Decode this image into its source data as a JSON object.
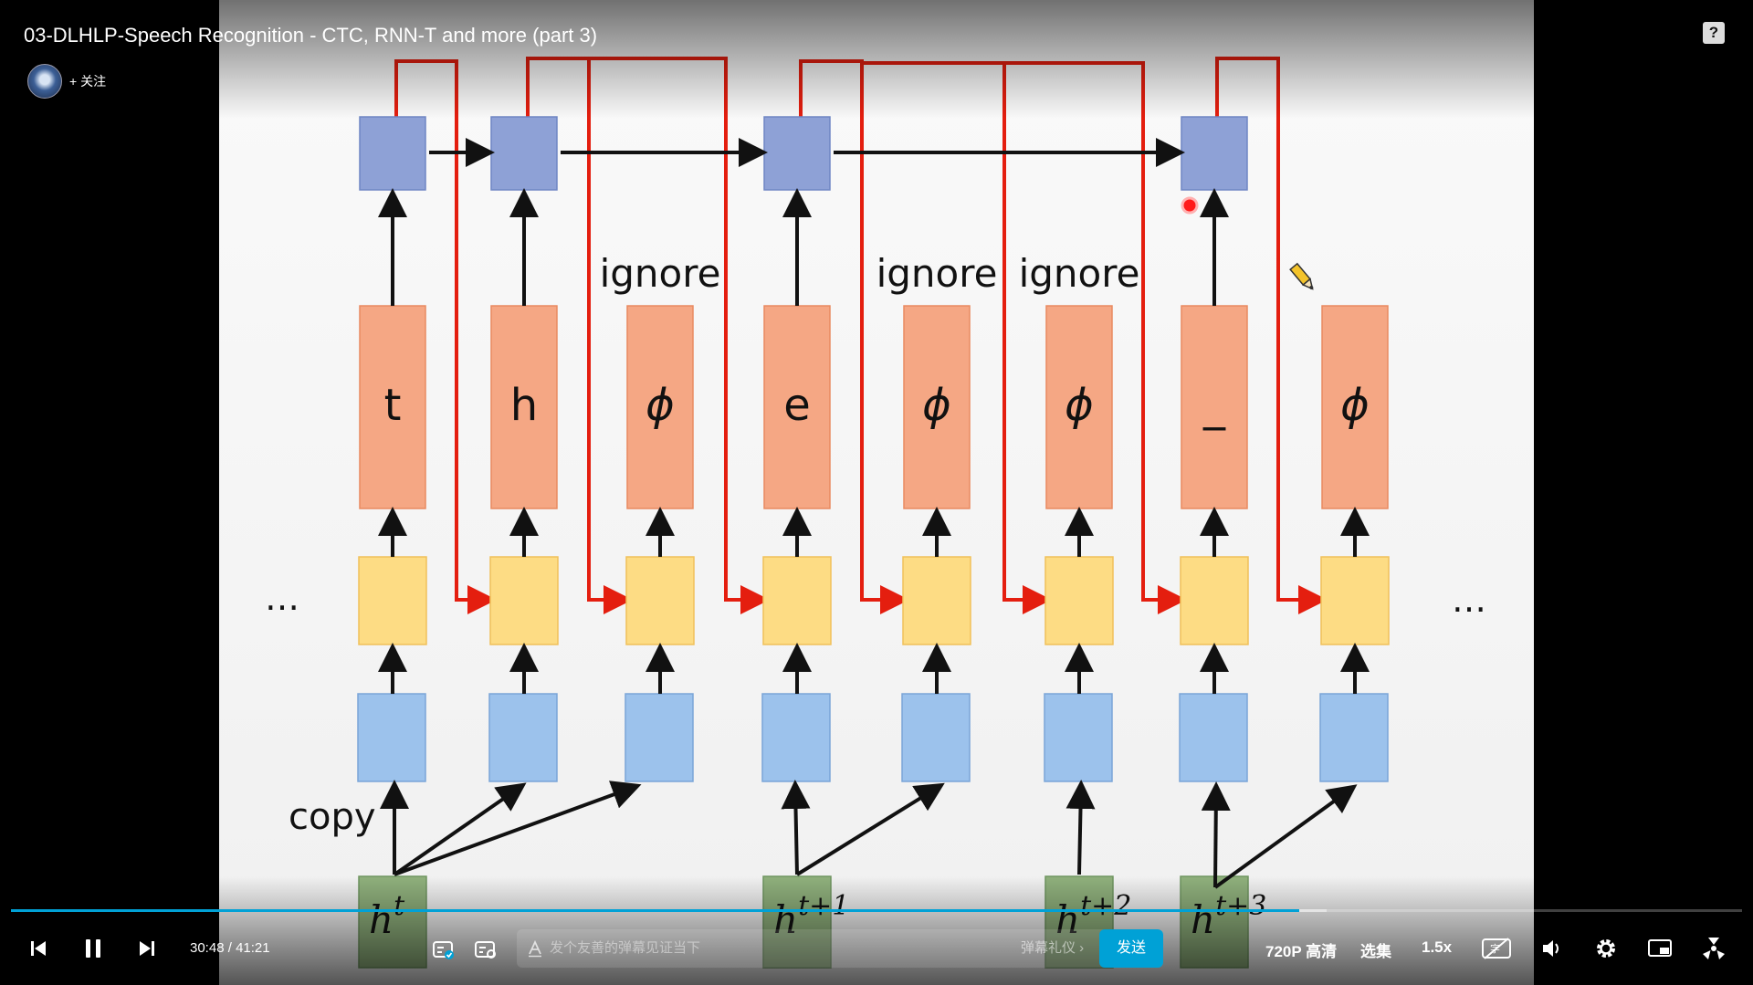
{
  "player": {
    "title": "03-DLHLP-Speech Recognition - CTC, RNN-T and more (part 3)",
    "follow_label": "+ 关注",
    "help_label": "?",
    "progress_fraction": 0.744,
    "buffer_fraction": 0.76
  },
  "controls": {
    "current_time": "30:48",
    "separator": "/",
    "total_time": "41:21",
    "danmaku_placeholder": "发个友善的弹幕见证当下",
    "gift_label": "弹幕礼仪 ›",
    "send_label": "发送",
    "quality_label": "720P 高清",
    "episodes_label": "选集",
    "speed_label": "1.5x"
  },
  "slide": {
    "columns": [
      {
        "token": "t",
        "ignored": false
      },
      {
        "token": "h",
        "ignored": false
      },
      {
        "token": "ϕ",
        "ignored": true
      },
      {
        "token": "e",
        "ignored": false
      },
      {
        "token": "ϕ",
        "ignored": true
      },
      {
        "token": "ϕ",
        "ignored": true
      },
      {
        "token": "_",
        "ignored": false
      },
      {
        "token": "ϕ",
        "ignored": false
      }
    ],
    "ignore_label": "ignore",
    "copy_label": "copy",
    "ellipsis": "…",
    "hidden_states": [
      {
        "base": "h",
        "sup": "t"
      },
      {
        "base": "h",
        "sup": "t+1"
      },
      {
        "base": "h",
        "sup": "t+2"
      },
      {
        "base": "h",
        "sup": "t+3"
      }
    ]
  },
  "colors": {
    "accent": "#00a1d6",
    "blue_box": "#8ea1d6",
    "light_blue_box": "#9cc2ec",
    "orange_box": "#f5a784",
    "yellow_box": "#fddc84",
    "green_box": "#8fb07c",
    "red_line": "#e41e0f"
  },
  "icons": [
    "prev-icon",
    "pause-icon",
    "next-icon",
    "danmaku-toggle-icon",
    "danmaku-settings-icon",
    "danmaku-a-icon",
    "subtitle-off-icon",
    "volume-icon",
    "settings-icon",
    "pip-icon",
    "fullscreen-icon",
    "help-icon",
    "pencil-cursor-icon",
    "laser-pointer-icon"
  ]
}
